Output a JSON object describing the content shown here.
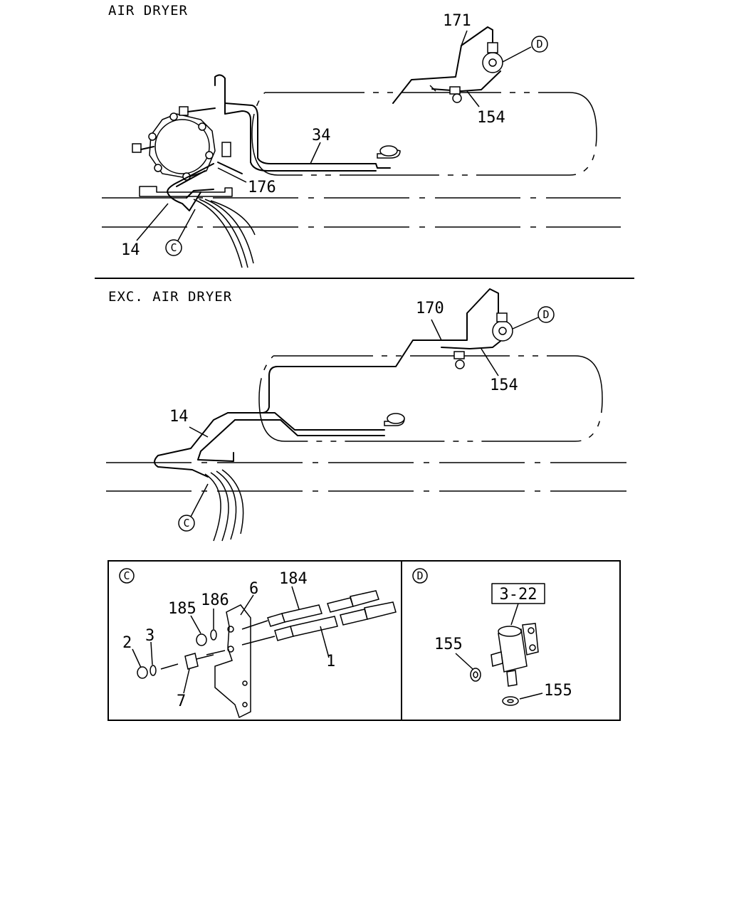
{
  "sections": {
    "air_dryer": {
      "title": "AIR DRYER"
    },
    "exc_air_dryer": {
      "title": "EXC. AIR DRYER"
    }
  },
  "callouts": {
    "c": "C",
    "d": "D"
  },
  "labels": {
    "p171": "171",
    "p154_top": "154",
    "p34": "34",
    "p176": "176",
    "p14_top": "14",
    "p170": "170",
    "p154_mid": "154",
    "p14_mid": "14",
    "p184": "184",
    "p186": "186",
    "p185": "185",
    "p6": "6",
    "p2": "2",
    "p3": "3",
    "p1": "1",
    "p7": "7",
    "ref_3_22": "3-22",
    "p155_a": "155",
    "p155_b": "155"
  },
  "icons": [
    "circled-letter-c",
    "circled-letter-d"
  ]
}
